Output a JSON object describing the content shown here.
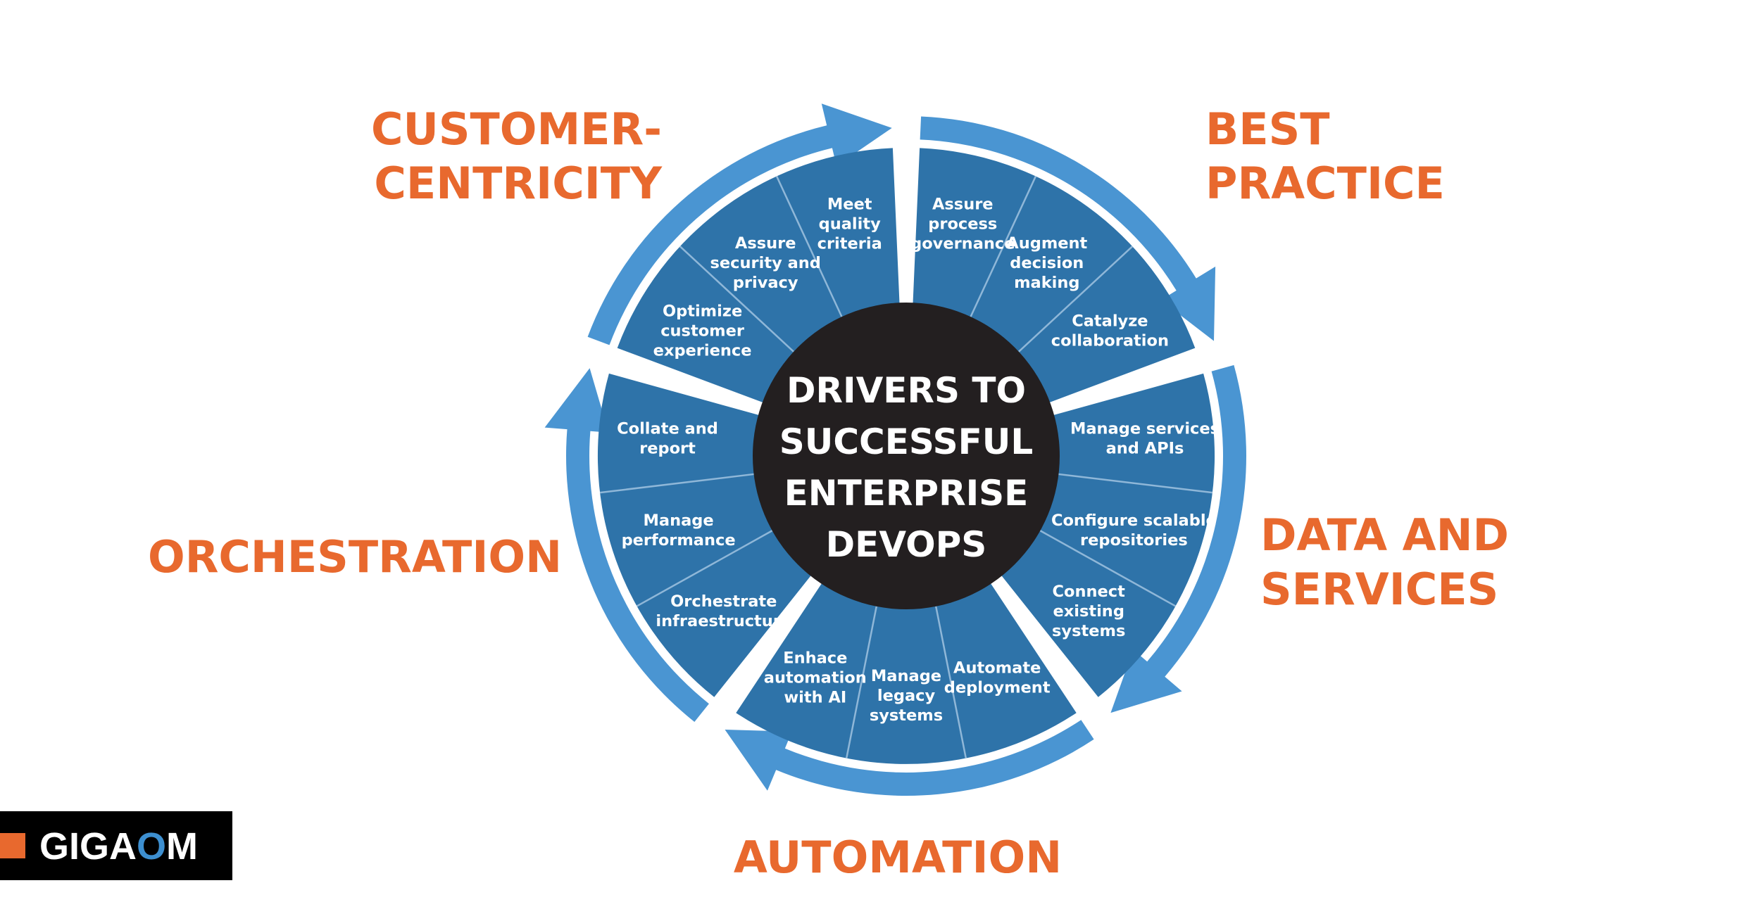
{
  "colors": {
    "segment": "#2e73a9",
    "arrow": "#4a95d2",
    "divider": "#8fb7d8",
    "center": "#231f20",
    "label": "#e8692e",
    "logo_bg": "#000000",
    "logo_accent": "#e8692e",
    "logo_o": "#3d8fd0"
  },
  "center": {
    "lines": [
      "DRIVERS TO",
      "SUCCESSFUL",
      "ENTERPRISE",
      "DEVOPS"
    ]
  },
  "categories": [
    {
      "name": "best-practice",
      "label_lines": [
        "BEST",
        "PRACTICE"
      ],
      "items": [
        {
          "lines": [
            "Assure",
            "process",
            "governance"
          ]
        },
        {
          "lines": [
            "Augment",
            "decision",
            "making"
          ]
        },
        {
          "lines": [
            "Catalyze",
            "collaboration"
          ]
        }
      ]
    },
    {
      "name": "data-and-services",
      "label_lines": [
        "DATA AND",
        "SERVICES"
      ],
      "items": [
        {
          "lines": [
            "Manage services",
            "and APIs"
          ]
        },
        {
          "lines": [
            "Configure scalable",
            "repositories"
          ]
        },
        {
          "lines": [
            "Connect",
            "existing",
            "systems"
          ]
        }
      ]
    },
    {
      "name": "automation",
      "label_lines": [
        "AUTOMATION"
      ],
      "items": [
        {
          "lines": [
            "Automate",
            "deployment"
          ]
        },
        {
          "lines": [
            "Manage",
            "legacy",
            "systems"
          ]
        },
        {
          "lines": [
            "Enhace",
            "automation",
            "with AI"
          ]
        }
      ]
    },
    {
      "name": "orchestration",
      "label_lines": [
        "ORCHESTRATION"
      ],
      "items": [
        {
          "lines": [
            "Orchestrate",
            "infraestructure"
          ]
        },
        {
          "lines": [
            "Manage",
            "performance"
          ]
        },
        {
          "lines": [
            "Collate and",
            "report"
          ]
        }
      ]
    },
    {
      "name": "customer-centricity",
      "label_lines": [
        "CUSTOMER-",
        "CENTRICITY"
      ],
      "items": [
        {
          "lines": [
            "Optimize",
            "customer",
            "experience"
          ]
        },
        {
          "lines": [
            "Assure",
            "security and",
            "privacy"
          ]
        },
        {
          "lines": [
            "Meet",
            "quality",
            "criteria"
          ]
        }
      ]
    }
  ],
  "logo": {
    "text_before_o": "GIGA",
    "text_o": "O",
    "text_after_o": "M"
  }
}
